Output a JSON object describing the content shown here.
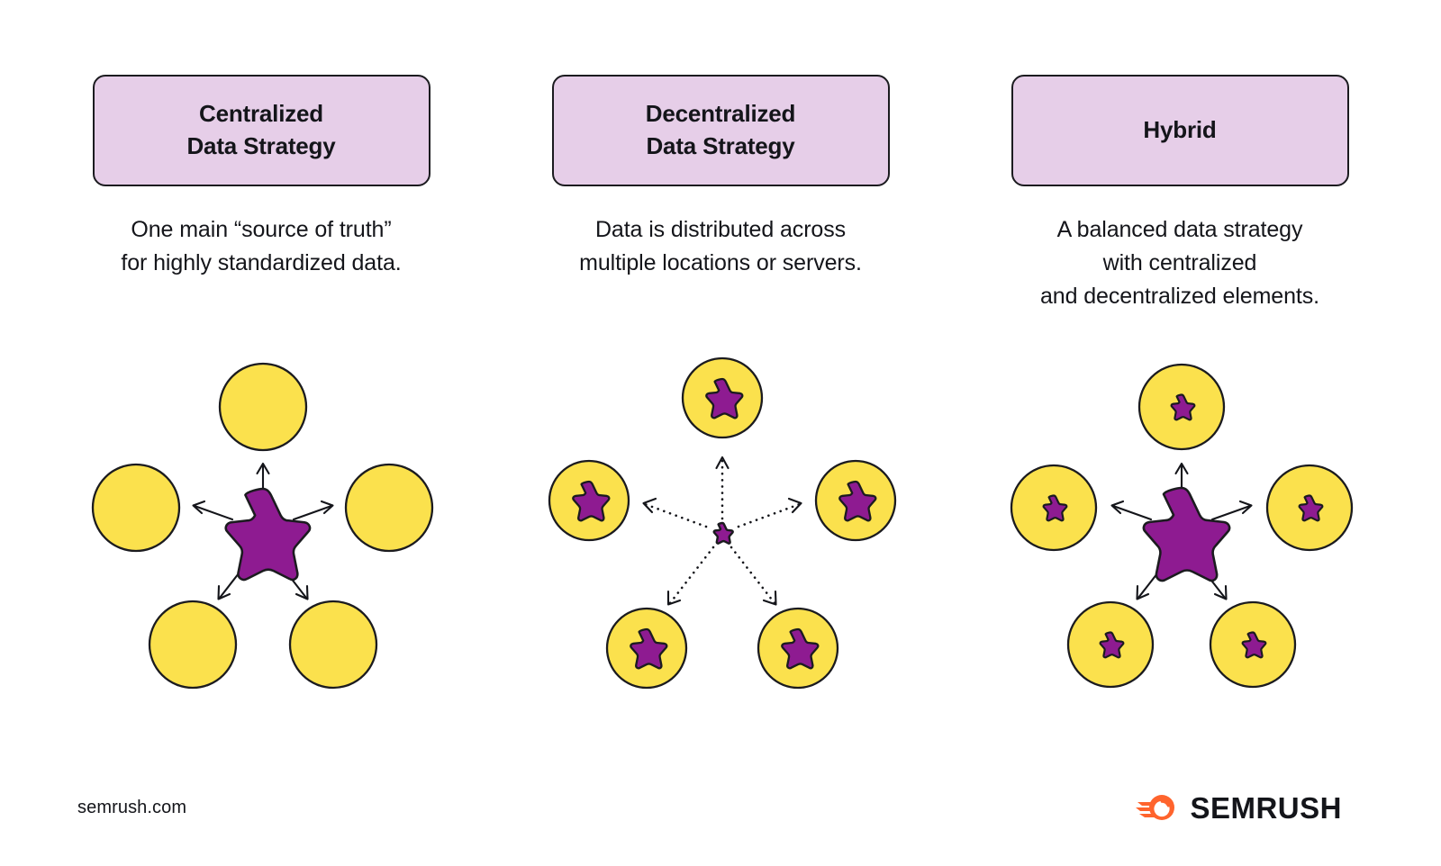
{
  "page": {
    "background_color": "#ffffff",
    "text_color": "#14151a"
  },
  "palette": {
    "badge_fill": "#e6cee8",
    "badge_border": "#1b1b1f",
    "node_fill": "#fbe14d",
    "node_border": "#1b1b1f",
    "star_fill": "#8e1b91",
    "star_border": "#1b1b1f",
    "arrow_color": "#14151a",
    "brand_orange": "#ff642d"
  },
  "columns": [
    {
      "id": "centralized",
      "badge_title": "Centralized\nData Strategy",
      "description": "One main “source of truth”\nfor highly standardized data.",
      "diagram": {
        "center_star_size": "large",
        "arrow_style": "solid",
        "node_count": 5,
        "node_star_size": "none"
      }
    },
    {
      "id": "decentralized",
      "badge_title": "Decentralized\nData Strategy",
      "description": "Data is distributed across\nmultiple locations or servers.",
      "diagram": {
        "center_star_size": "tiny",
        "arrow_style": "dotted",
        "node_count": 5,
        "node_star_size": "large"
      }
    },
    {
      "id": "hybrid",
      "badge_title": "Hybrid",
      "description": "A balanced data strategy\nwith centralized\nand decentralized elements.",
      "diagram": {
        "center_star_size": "large",
        "arrow_style": "solid",
        "node_count": 5,
        "node_star_size": "small"
      }
    }
  ],
  "footer": {
    "url": "semrush.com",
    "brand_name": "SEMRUSH",
    "brand_icon": "semrush-comet-icon"
  }
}
